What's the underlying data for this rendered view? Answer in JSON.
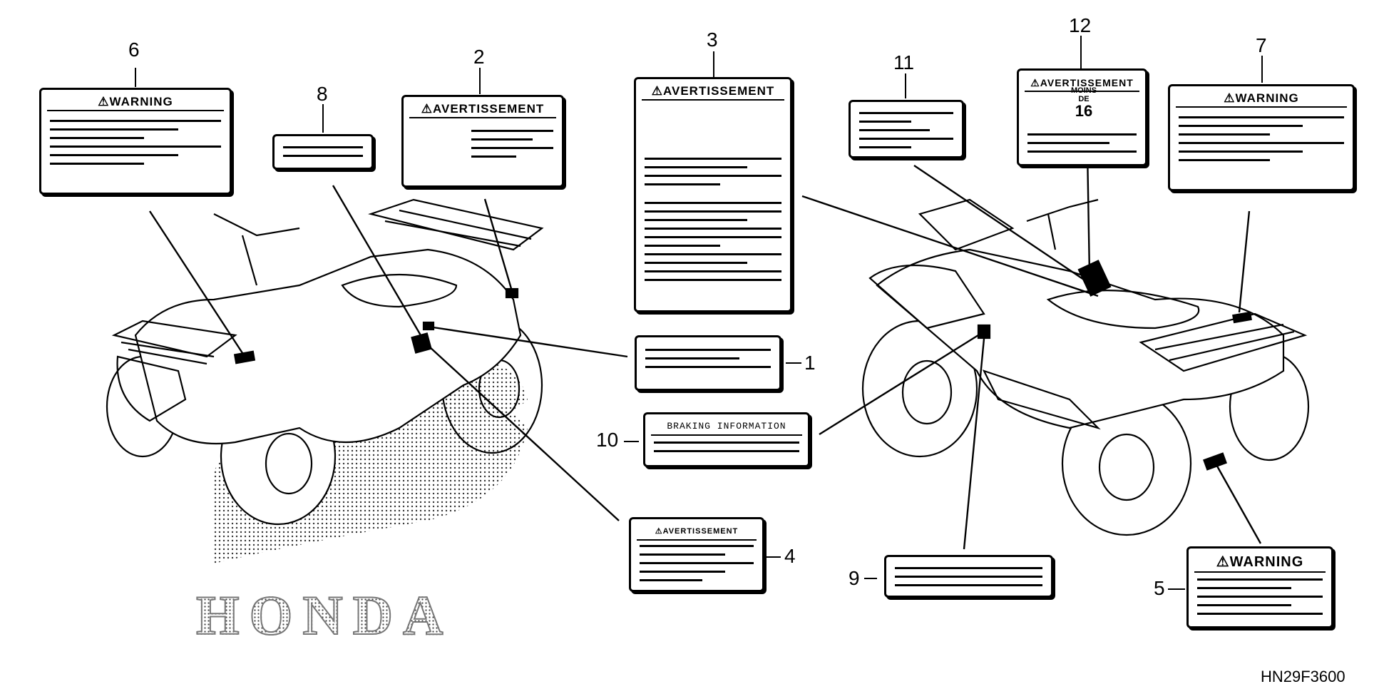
{
  "callouts": [
    "1",
    "2",
    "3",
    "4",
    "5",
    "6",
    "7",
    "8",
    "9",
    "10",
    "11",
    "12"
  ],
  "labels": {
    "warning": "⚠WARNING",
    "warning_spaced": "⚠WARNING",
    "avertissement": "⚠AVERTISSEMENT",
    "avertissement_spaced": "⚠AVERTISSEMENT",
    "braking": "BRAKING INFORMATION",
    "moins": "MOINS",
    "de": "DE",
    "age": "16"
  },
  "logo_text": "HONDA",
  "diagram_code": "HN29F3600"
}
